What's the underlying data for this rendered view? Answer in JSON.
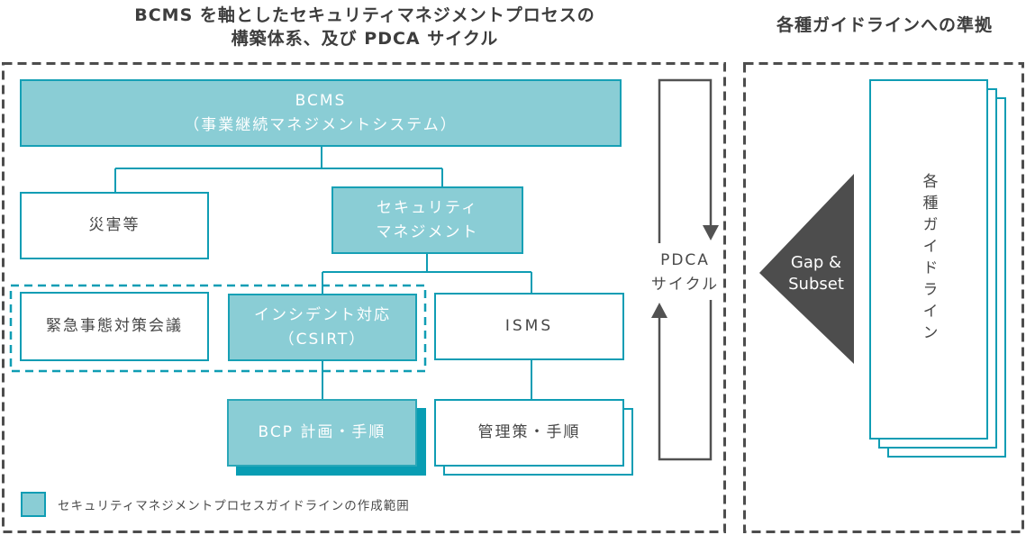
{
  "left_panel": {
    "title_line1": "BCMS を軸としたセキュリティマネジメントプロセスの",
    "title_line2": "構築体系、及び PDCA サイクル",
    "boxes": {
      "bcms": {
        "line1": "BCMS",
        "line2": "（事業継続マネジメントシステム）"
      },
      "disaster": {
        "label": "災害等"
      },
      "security_management": {
        "line1": "セキュリティ",
        "line2": "マネジメント"
      },
      "emergency_meeting": {
        "label": "緊急事態対策会議"
      },
      "incident_response": {
        "line1": "インシデント対応",
        "line2": "（CSIRT）"
      },
      "isms": {
        "label": "ISMS"
      },
      "bcp_plan": {
        "label": "BCP 計画・手順"
      },
      "controls": {
        "label": "管理策・手順"
      }
    },
    "pdca": {
      "line1": "PDCA",
      "line2": "サイクル"
    },
    "legend": {
      "label": "セキュリティマネジメントプロセスガイドラインの作成範囲"
    }
  },
  "right_panel": {
    "title": "各種ガイドラインへの準拠",
    "gap_subset": {
      "line1": "Gap &",
      "line2": "Subset"
    },
    "guidelines_stack": {
      "label": "各種ガイドライン"
    }
  },
  "colors": {
    "teal_fill": "#8ACDD5",
    "teal_border": "#0F9DB4",
    "teal_shadow": "#089DB3",
    "dashed_gray": "#4D4D4D",
    "text_gray": "#464646",
    "white": "#FFFFFF"
  }
}
